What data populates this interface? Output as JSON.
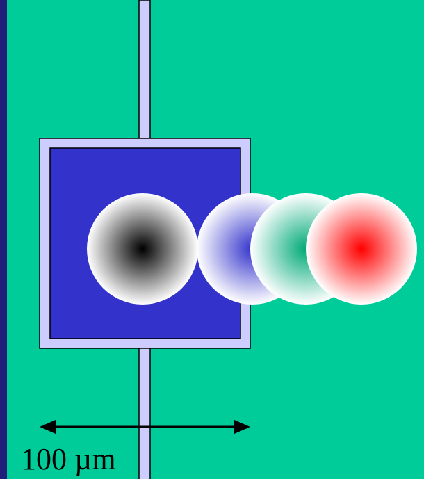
{
  "scale_bar": {
    "label": "100 µm"
  },
  "colors": {
    "background": "#00cc99",
    "border": "#1f1f7a",
    "channel": "#ccccff",
    "channel_edge": "#000000",
    "chamber": "#3333cc",
    "spot_black": "#000000",
    "spot_blue": "#3333cc",
    "spot_green": "#00aa77",
    "spot_red": "#ff0000"
  },
  "spots": [
    {
      "name": "black-spot",
      "color": "#000000"
    },
    {
      "name": "blue-spot",
      "color": "#3333cc"
    },
    {
      "name": "green-spot",
      "color": "#00aa77"
    },
    {
      "name": "red-spot",
      "color": "#ff0000"
    }
  ]
}
